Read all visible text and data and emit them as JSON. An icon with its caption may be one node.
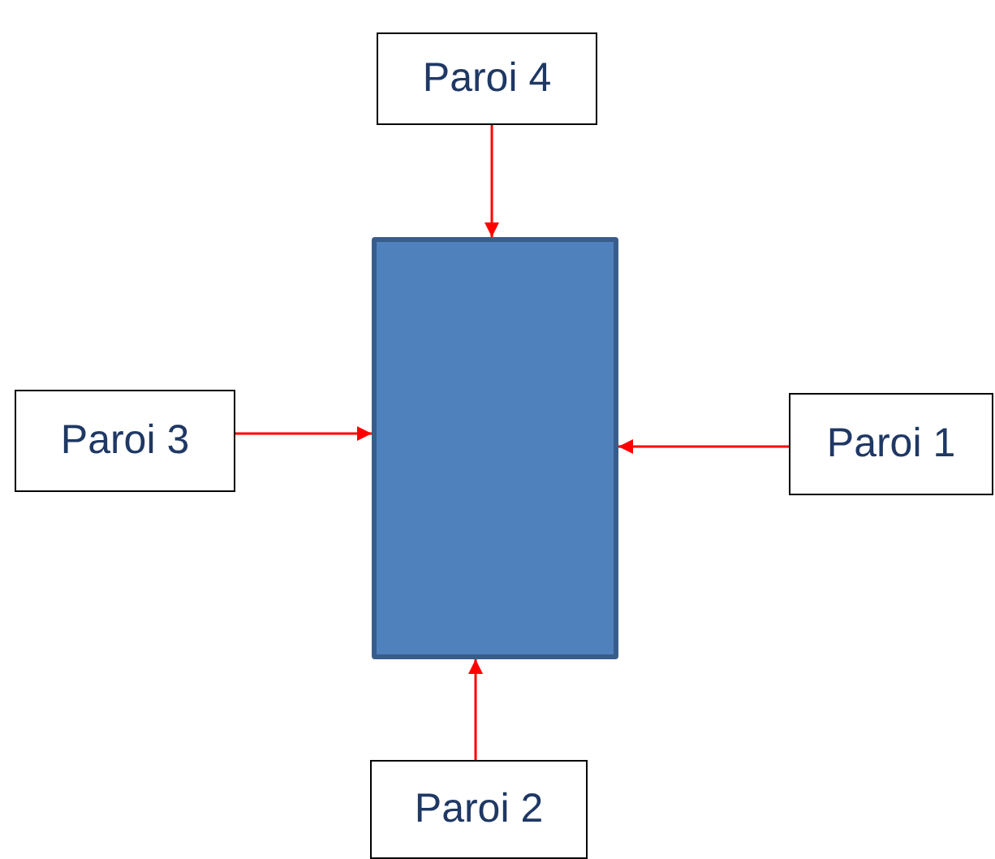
{
  "diagram": {
    "nodes": [
      {
        "text": [
          "Paroi 4"
        ]
      },
      {
        "text": [
          "Paroi 3"
        ]
      },
      {
        "text": [],
        "shape": "box"
      },
      {
        "text": [
          "Paroi 1"
        ]
      },
      {
        "text": [
          "Paroi 2"
        ]
      }
    ],
    "edges": [
      {
        "from": 0,
        "to": 2,
        "arrow": "to"
      },
      {
        "from": 1,
        "to": 2,
        "arrow": "to"
      },
      {
        "from": 3,
        "to": 2,
        "arrow": "to"
      },
      {
        "from": 4,
        "to": 2,
        "arrow": "to"
      }
    ]
  }
}
